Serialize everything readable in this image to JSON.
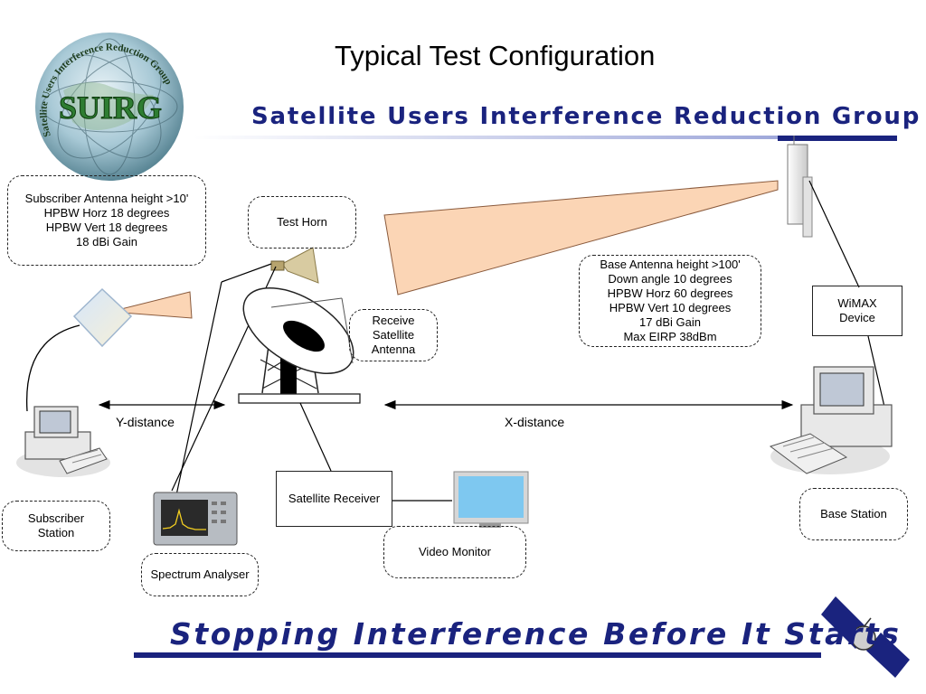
{
  "title": "Typical Test Configuration",
  "logo": {
    "text": "SUIRG",
    "ring_text": "Satellite Users Interference Reduction Group"
  },
  "banner": "Satellite Users Interference Reduction Group",
  "tagline": "Stopping Interference Before It Starts",
  "subscriber_specs": [
    "Subscriber Antenna height >10'",
    "HPBW Horz 18 degrees",
    "HPBW Vert 18 degrees",
    "18 dBi Gain"
  ],
  "base_specs": [
    "Base Antenna height >100'",
    "Down angle 10 degrees",
    "HPBW Horz 60 degrees",
    "HPBW Vert 10 degrees",
    "17 dBi Gain",
    "Max EIRP 38dBm"
  ],
  "labels": {
    "test_horn": "Test Horn",
    "receive_antenna": [
      "Receive",
      "Satellite",
      "Antenna"
    ],
    "wimax_device": [
      "WiMAX",
      "Device"
    ],
    "y_distance": "Y-distance",
    "x_distance": "X-distance",
    "subscriber_station": [
      "Subscriber",
      "Station"
    ],
    "spectrum_analyser": "Spectrum Analyser",
    "satellite_receiver": "Satellite Receiver",
    "video_monitor": "Video Monitor",
    "base_station": "Base Station"
  },
  "colors": {
    "brand_navy": "#1a237e",
    "beam": "#fbd5b5",
    "logo_green": "#2e7d32",
    "monitor_screen": "#7ec8f0"
  }
}
